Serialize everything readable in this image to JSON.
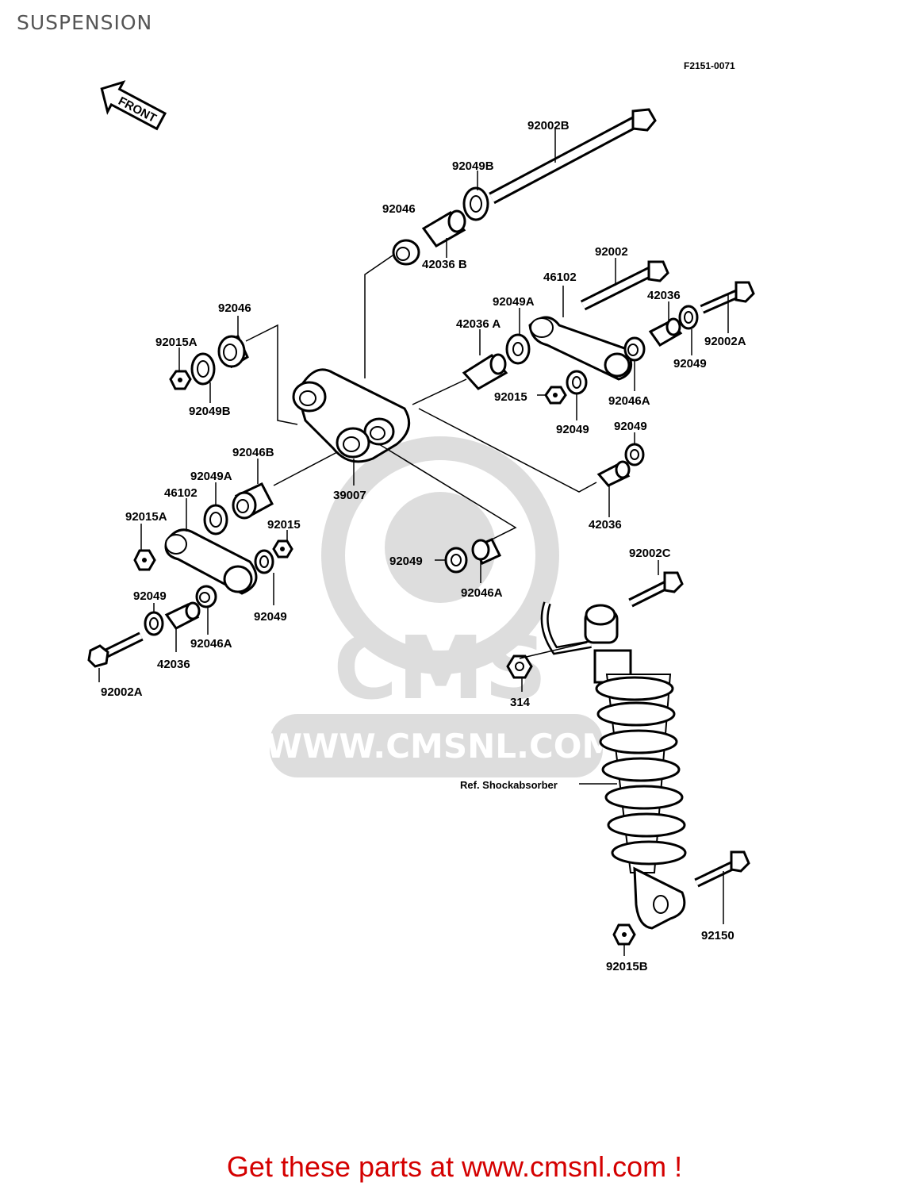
{
  "title": "SUSPENSION",
  "figure_code": "F2151-0071",
  "direction_label": "FRONT",
  "watermark": {
    "brand": "CMS",
    "url": "WWW.CMSNL.COM"
  },
  "footer": {
    "text": "Get these parts at www.cmsnl.com !",
    "color": "#d40000"
  },
  "callouts": {
    "c_92002B": "92002B",
    "c_92049B_top": "92049B",
    "c_92046_top": "92046",
    "c_42036B": "42036 B",
    "c_92002": "92002",
    "c_46102_right": "46102",
    "c_42036_right": "42036",
    "c_92049A_right": "92049A",
    "c_42036A": "42036 A",
    "c_92002A_right": "92002A",
    "c_92049_right": "92049",
    "c_92046A_right": "92046A",
    "c_92015_right": "92015",
    "c_92049_mid": "92049",
    "c_92049_r2": "92049",
    "c_42036_r2": "42036",
    "c_92046_left": "92046",
    "c_92015A_left": "92015A",
    "c_92049B_left": "92049B",
    "c_92046B": "92046B",
    "c_92049A_left": "92049A",
    "c_46102_left": "46102",
    "c_92015A_l2": "92015A",
    "c_92015_left": "92015",
    "c_39007": "39007",
    "c_92049_l": "92049",
    "c_92049_l2": "92049",
    "c_92046A_l": "92046A",
    "c_42036_l": "42036",
    "c_92002A_l": "92002A",
    "c_92049_c": "92049",
    "c_92046A_c": "92046A",
    "c_92002C": "92002C",
    "c_314": "314",
    "c_ref_shock": "Ref. Shockabsorber",
    "c_92150": "92150",
    "c_92015B": "92015B"
  }
}
